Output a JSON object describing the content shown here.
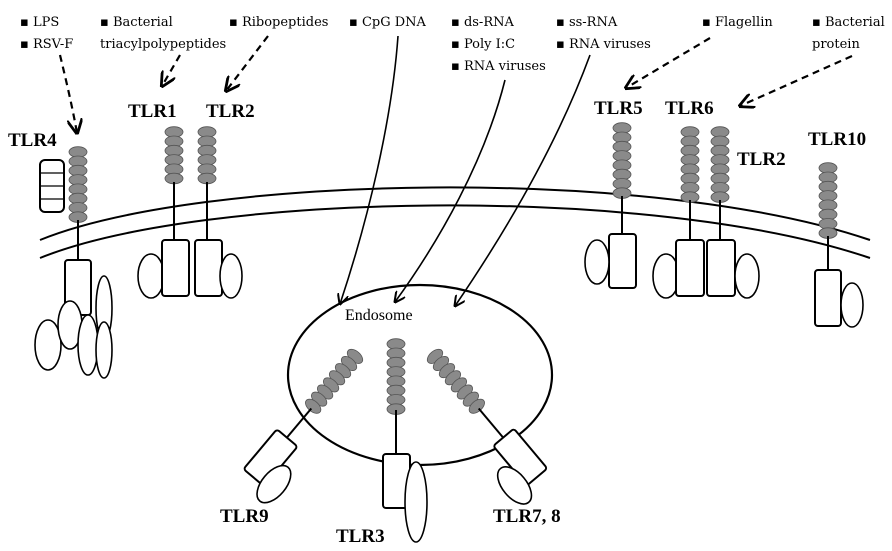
{
  "ligands": [
    {
      "id": "lps",
      "lines": [
        "▪ LPS",
        "▪ RSV-F"
      ]
    },
    {
      "id": "bacterial-triacyl",
      "lines": [
        "▪ Bacterial",
        "triacylpolypeptides"
      ]
    },
    {
      "id": "ribopeptides",
      "lines": [
        "▪ Ribopeptides"
      ]
    },
    {
      "id": "cpg-dna",
      "lines": [
        "▪ CpG DNA"
      ]
    },
    {
      "id": "ds-rna",
      "lines": [
        "▪ ds-RNA",
        "▪ Poly I:C",
        "▪ RNA viruses"
      ]
    },
    {
      "id": "ss-rna",
      "lines": [
        "▪ ss-RNA",
        "▪ RNA viruses"
      ]
    },
    {
      "id": "flagellin",
      "lines": [
        "▪ Flagellin"
      ]
    },
    {
      "id": "bacterial-protein",
      "lines": [
        "▪ Bacterial",
        "protein"
      ]
    }
  ],
  "receptors": {
    "tlr4": "TLR4",
    "tlr1": "TLR1",
    "tlr2_left": "TLR2",
    "tlr5": "TLR5",
    "tlr6": "TLR6",
    "tlr2_right": "TLR2",
    "tlr10": "TLR10",
    "tlr9": "TLR9",
    "tlr3": "TLR3",
    "tlr78": "TLR7, 8"
  },
  "endosome_label": "Endosome",
  "colors": {
    "lrr_fill": "#8a8a8a",
    "line": "#000000",
    "background": "#ffffff"
  }
}
